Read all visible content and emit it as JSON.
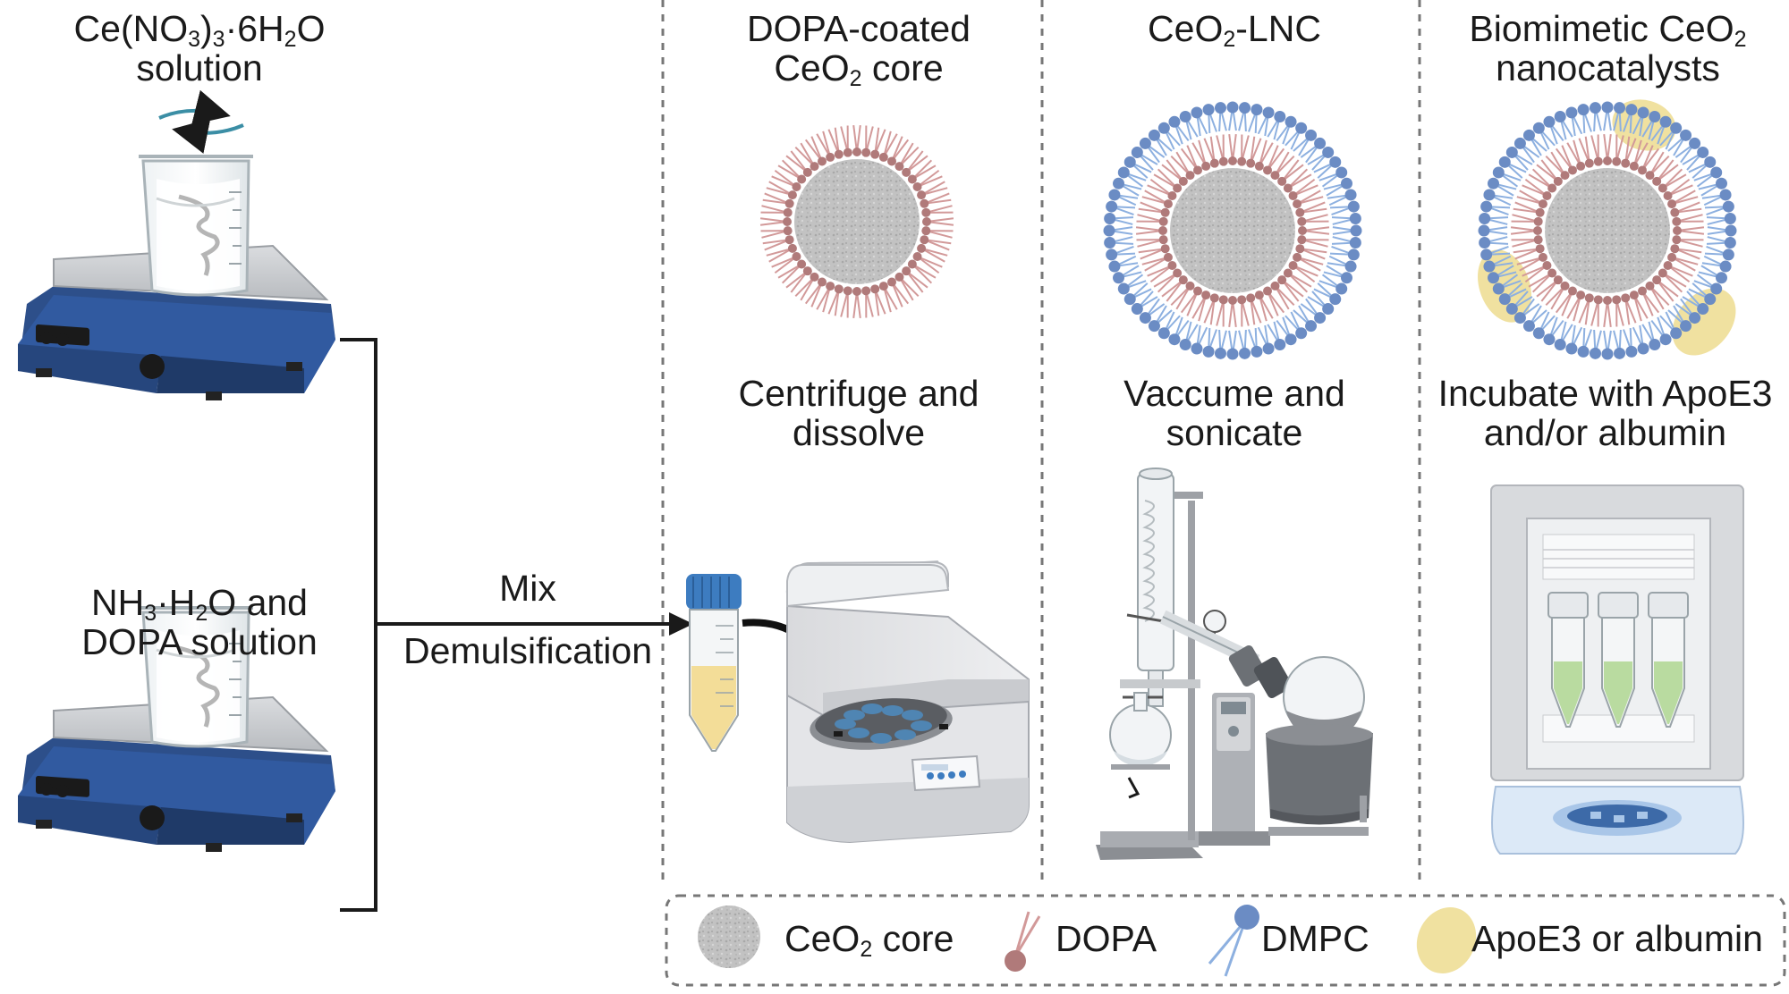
{
  "steps": {
    "ce_solution": {
      "main": "Ce(NO",
      "s1": "3",
      "mid": ")",
      "s2": "3",
      "tail": "·6H",
      "s3": "2",
      "end": "O",
      "line2": "solution"
    },
    "nh3_solution": {
      "main": "NH",
      "s1": "3",
      "mid": "·H",
      "s2": "2",
      "tail": "O and",
      "line2": "DOPA solution"
    },
    "mix": "Mix",
    "demulsification": "Demulsification",
    "dopa_core": {
      "line1": "DOPA-coated",
      "line2a": "CeO",
      "s": "2",
      "line2b": " core"
    },
    "lnc": {
      "a": "CeO",
      "s": "2",
      "b": "-LNC"
    },
    "biomimetic": {
      "line1a": "Biomimetic CeO",
      "s": "2",
      "line2": "nanocatalysts"
    },
    "centrifuge": {
      "line1": "Centrifuge and",
      "line2": "dissolve"
    },
    "vacuum": {
      "line1": "Vaccume and",
      "line2": "sonicate"
    },
    "incubate": {
      "line1": "Incubate with ApoE3",
      "line2": "and/or albumin"
    }
  },
  "legend": {
    "core": {
      "a": "CeO",
      "s": "2",
      "b": " core"
    },
    "dopa": "DOPA",
    "dmpc": "DMPC",
    "protein": "ApoE3 or albumin"
  },
  "colors": {
    "stirrer_blue": "#2d4f8a",
    "dopa_red": "#b07a7a",
    "dmpc_blue": "#6b8cc4",
    "protein_yellow": "#f0e1a0",
    "core_gray": "#bdbdbd",
    "tube_liquid": "#f3dd98",
    "incubator_liquid": "#b9dba0",
    "arrow_teal": "#3b8ea5"
  }
}
